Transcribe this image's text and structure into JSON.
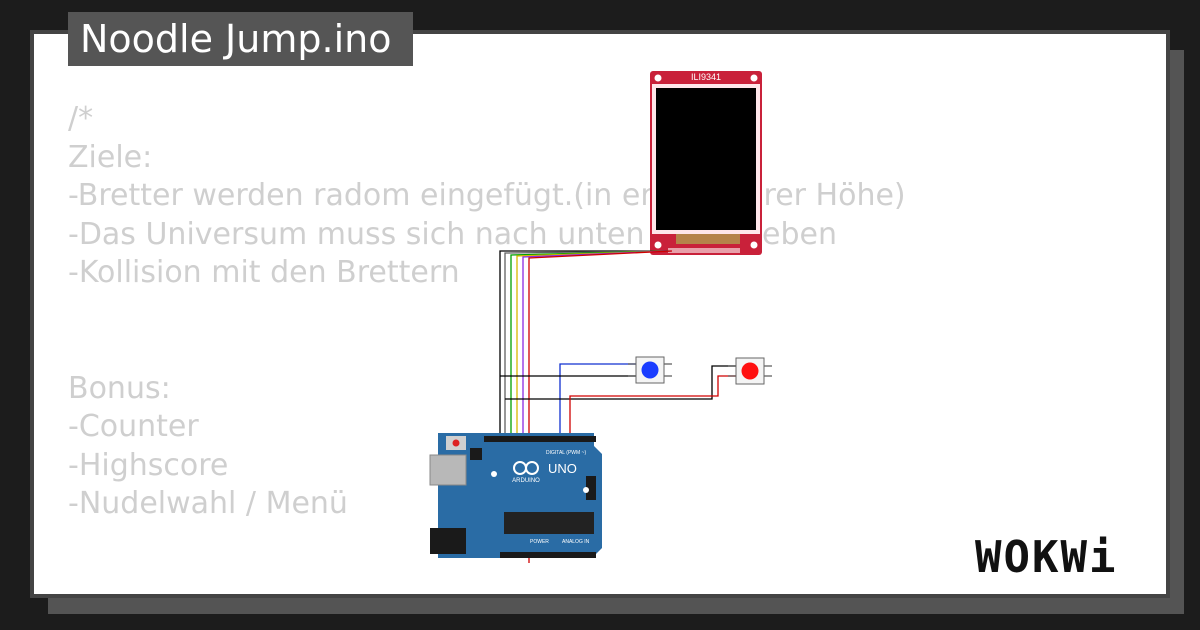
{
  "title": "Noodle Jump.ino",
  "code_lines": [
    "/*",
    "Ziele:",
    "-Bretter werden radom eingefügt.(in erreichbarer Höhe)",
    "-Das Universum muss sich nach unten verschieben",
    "-Kollision mit den Brettern",
    "",
    "",
    "Bonus:",
    "-Counter",
    "-Highscore",
    "-Nudelwahl / Menü"
  ],
  "display": {
    "label": "ILI9341"
  },
  "board": {
    "model": "UNO",
    "brand": "ARDUINO",
    "digital_label": "DIGITAL (PWM ~)",
    "analog_label": "ANALOG IN",
    "power_label": "POWER"
  },
  "buttons": [
    {
      "color": "blue",
      "hex": "#1a3cff"
    },
    {
      "color": "red",
      "hex": "#ff1010"
    }
  ],
  "logo": "WOKWi",
  "colors": {
    "background": "#1c1c1c",
    "card": "#ffffff",
    "title_bar": "#555555",
    "code_text": "#cfcfcf",
    "pcb_red": "#c9213a",
    "arduino_blue": "#2a6ca5"
  }
}
